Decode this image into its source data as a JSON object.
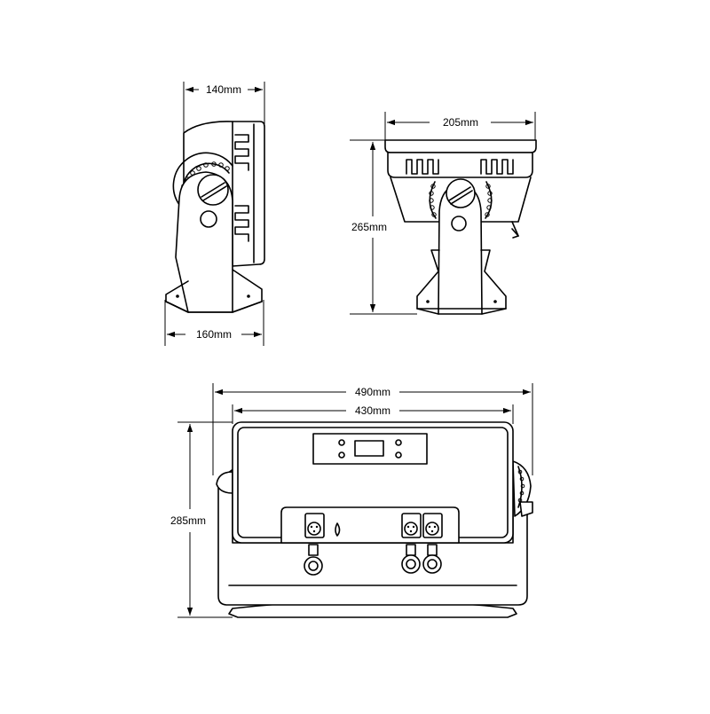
{
  "dimensions": {
    "side_depth_top": "140mm",
    "side_depth_base": "160mm",
    "front_width": "205mm",
    "front_height": "265mm",
    "back_overall_width": "490mm",
    "back_body_width": "430mm",
    "back_height": "285mm"
  },
  "colors": {
    "line": "#000000",
    "background": "#ffffff"
  }
}
